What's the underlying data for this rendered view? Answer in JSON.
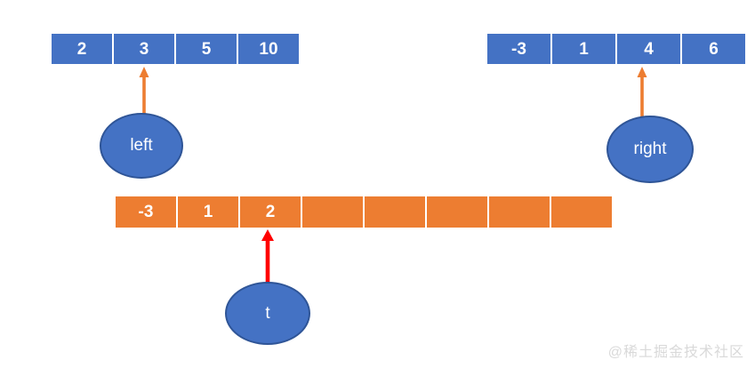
{
  "diagram": {
    "left_array": {
      "values": [
        "2",
        "3",
        "5",
        "10"
      ],
      "pointer": {
        "label": "left",
        "points_to_index": 1,
        "points_to_value": "3"
      }
    },
    "right_array": {
      "values": [
        "-3",
        "1",
        "4",
        "6"
      ],
      "pointer": {
        "label": "right",
        "points_to_index": 2,
        "points_to_value": "4"
      }
    },
    "merged_array": {
      "values": [
        "-3",
        "1",
        "2",
        "",
        "",
        "",
        "",
        ""
      ],
      "pointer": {
        "label": "t",
        "points_to_index": 2,
        "points_to_value": "2"
      }
    },
    "colors": {
      "blue_fill": "#4472C4",
      "blue_border": "#2F5597",
      "orange_fill": "#ED7D31",
      "orange_arrow": "#ED7D31",
      "red_arrow": "#FF0000",
      "cell_text": "#FFFFFF",
      "watermark_text": "#D9D9D9"
    }
  },
  "watermark": "@稀土掘金技术社区"
}
